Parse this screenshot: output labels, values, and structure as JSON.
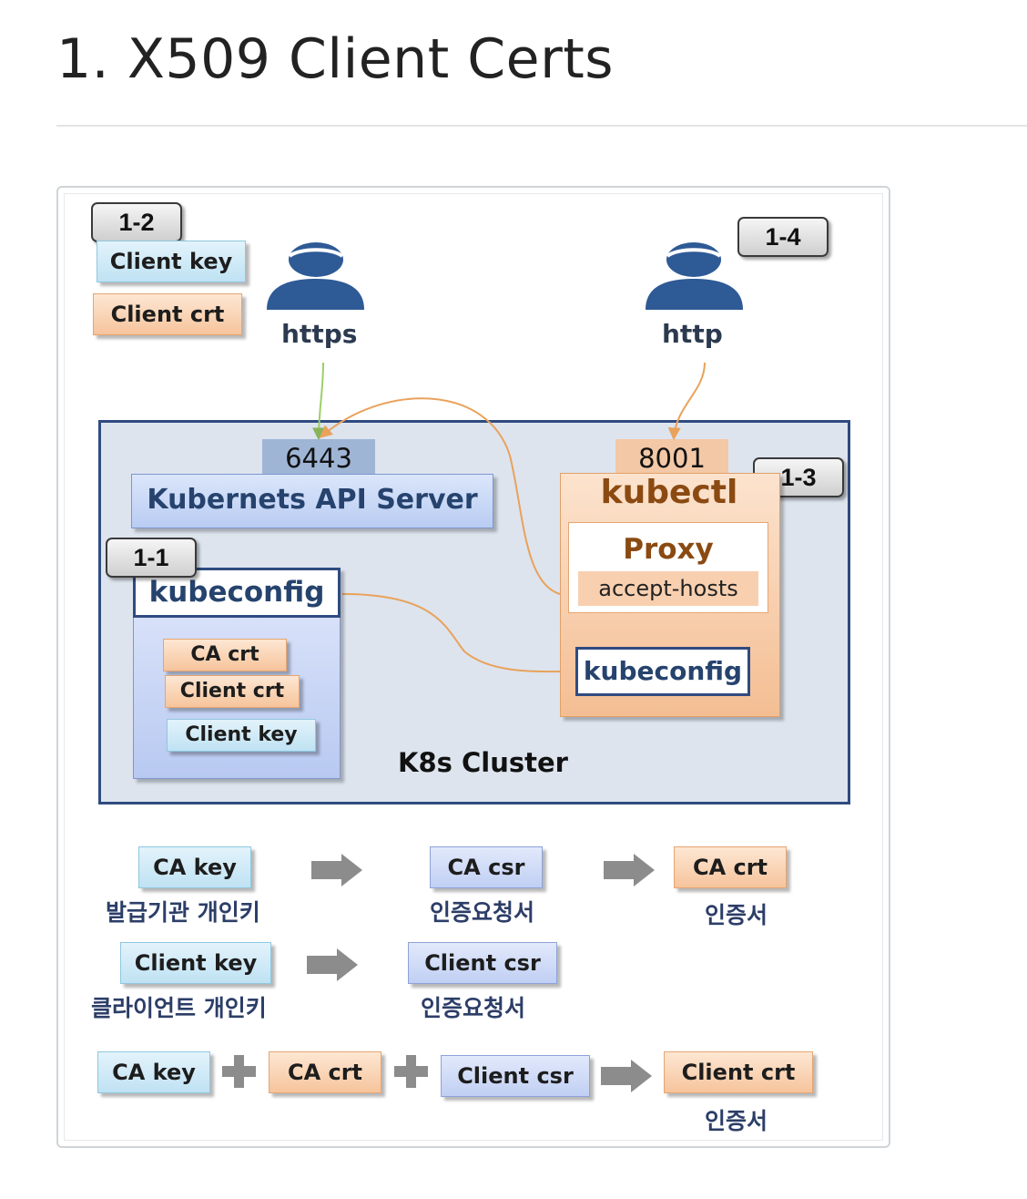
{
  "heading": "1. X509 Client Certs",
  "badges": [
    "1-2",
    "1-4",
    "1-3",
    "1-1"
  ],
  "top": {
    "client_key": "Client key",
    "client_crt": "Client crt",
    "https": "https",
    "http": "http"
  },
  "cluster": {
    "label": "K8s Cluster",
    "port_api": "6443",
    "port_proxy": "8001",
    "api_server": "Kubernets API Server",
    "kubeconfig": "kubeconfig",
    "ca_crt": "CA crt",
    "client_crt": "Client crt",
    "client_key": "Client key",
    "kubectl": "kubectl",
    "proxy": "Proxy",
    "accept_hosts": "accept-hosts",
    "kubeconfig2": "kubeconfig"
  },
  "flow": {
    "row1": {
      "a": "CA key",
      "a_desc": "발급기관 개인키",
      "b": "CA csr",
      "b_desc": "인증요청서",
      "c": "CA crt",
      "c_desc": "인증서"
    },
    "row2": {
      "a": "Client key",
      "a_desc": "클라이언트 개인키",
      "b": "Client csr",
      "b_desc": "인증요청서"
    },
    "row3": {
      "a": "CA key",
      "b": "CA crt",
      "c": "Client csr",
      "d": "Client crt",
      "d_desc": "인증서"
    }
  },
  "colors": {
    "person": "#2e5a96",
    "cluster_border": "#2f4b80",
    "orange_line": "#e9a25b",
    "green_line": "#9ccf66",
    "arrow_gray": "#8c8c8c"
  },
  "icons": [
    "user-icon",
    "user-icon",
    "right-arrow-icon",
    "plus-icon"
  ]
}
